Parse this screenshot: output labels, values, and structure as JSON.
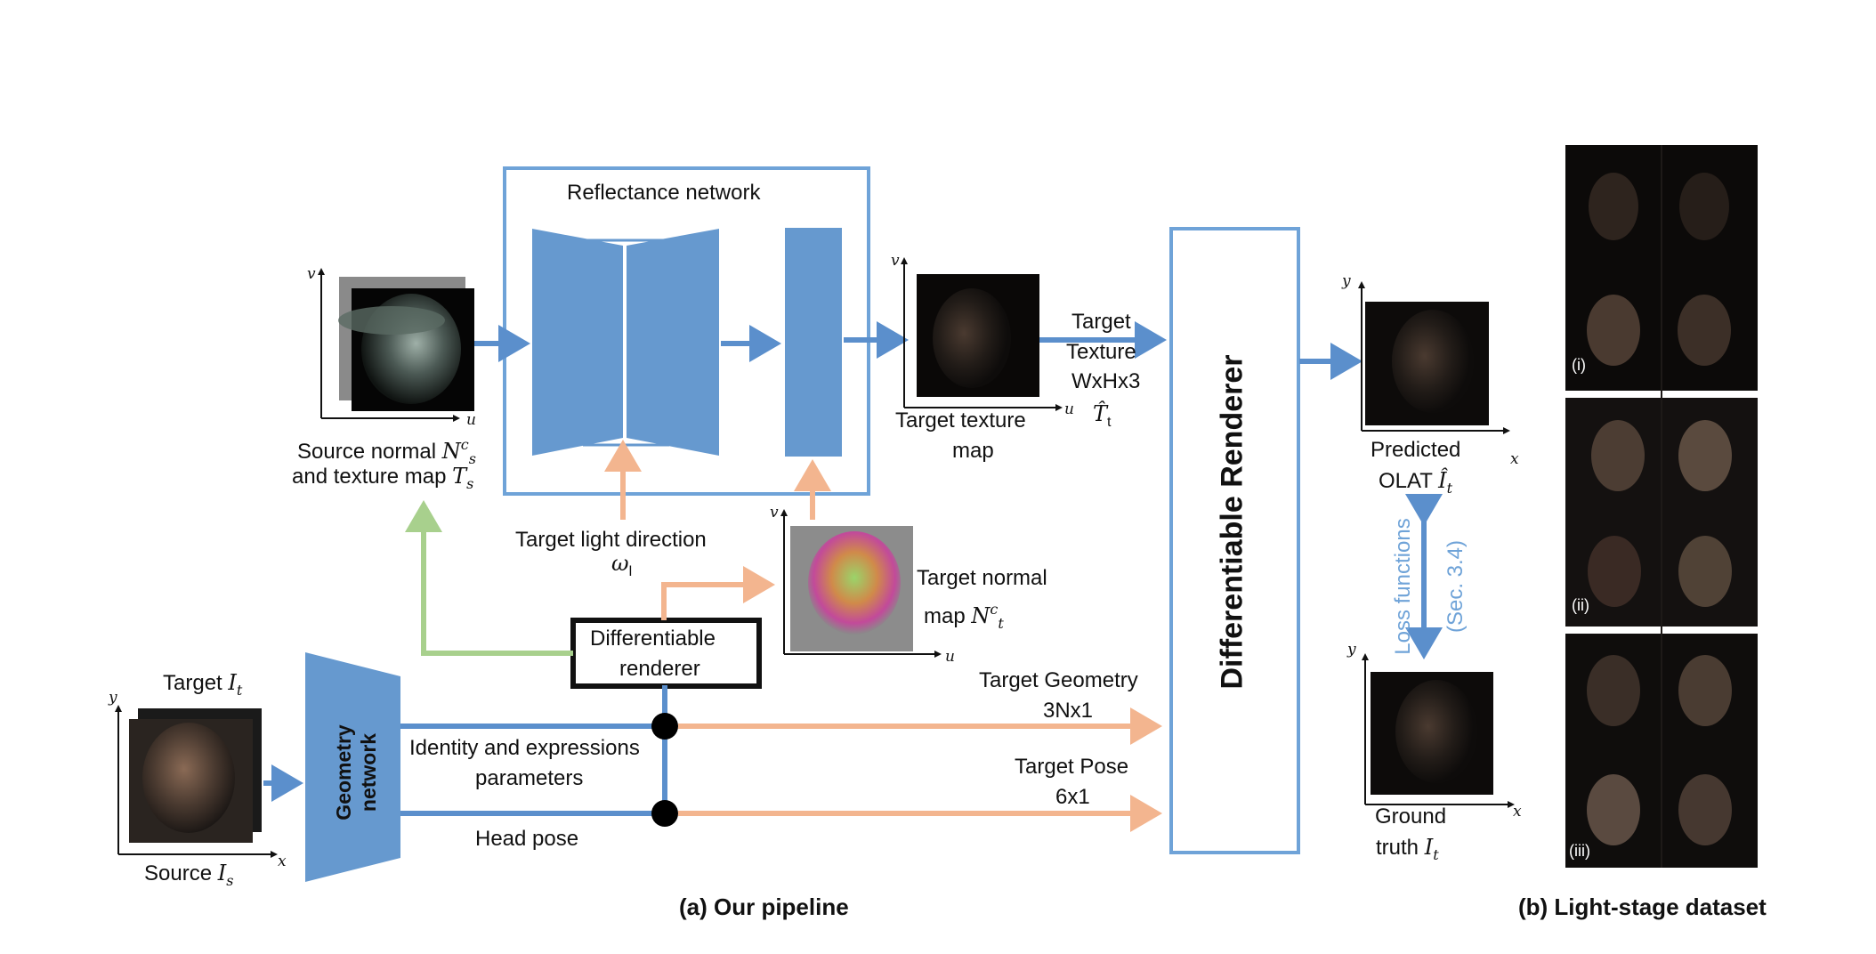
{
  "pipeline": {
    "reflectance_network": "Reflectance network",
    "source_caption_1": "Source normal",
    "source_sym_1": "N",
    "source_sym_1_sup": "c",
    "source_sym_1_sub": "s",
    "source_caption_2": "and texture map",
    "source_sym_2": "T",
    "source_sym_2_sub": "s",
    "target_light_1": "Target light direction",
    "target_light_sym": "ω",
    "target_light_sym_sub": "l",
    "target_texture_map_1": "Target texture",
    "target_texture_map_2": "map",
    "target_texture_1": "Target",
    "target_texture_2": "Texture",
    "target_texture_3": "WxHx3",
    "target_texture_sym": "T̂",
    "target_texture_sym_sub": "t",
    "differentiable_renderer_big": "Differentiable Renderer",
    "predicted_1": "Predicted",
    "predicted_2": "OLAT",
    "predicted_sym": "Î",
    "predicted_sym_sub": "t",
    "loss_functions": "Loss functions",
    "sec_ref": "(Sec. 3.4)",
    "ground_truth_1": "Ground",
    "ground_truth_2": "truth",
    "ground_truth_sym": "I",
    "ground_truth_sym_sub": "t",
    "target_normal_1": "Target normal",
    "target_normal_2": "map",
    "target_normal_sym": "N",
    "target_normal_sym_sup": "c",
    "target_normal_sym_sub": "t",
    "diff_renderer_small_1": "Differentiable",
    "diff_renderer_small_2": "renderer",
    "target_geometry_1": "Target Geometry",
    "target_geometry_2": "3Nx1",
    "target_pose_1": "Target Pose",
    "target_pose_2": "6x1",
    "identity_1": "Identity and expressions",
    "identity_2": "parameters",
    "head_pose": "Head pose",
    "geometry_network": "Geometry network",
    "target_label": "Target",
    "target_sym": "I",
    "target_sym_sub": "t",
    "source_label": "Source",
    "source_sym": "I",
    "source_sym_sub": "s"
  },
  "axes": {
    "u": "u",
    "v": "v",
    "x": "x",
    "y": "y"
  },
  "dataset": {
    "tag_i": "(i)",
    "tag_ii": "(ii)",
    "tag_iii": "(iii)"
  },
  "captions": {
    "pipeline": "(a) Our pipeline",
    "dataset": "(b) Light-stage dataset"
  },
  "colors": {
    "blue_arrow": "#5b8fcc",
    "block_blue": "#6699cf",
    "orange_arrow": "#f3b58f",
    "green_arrow": "#a8d08d",
    "box_border": "#6fa3d8"
  }
}
